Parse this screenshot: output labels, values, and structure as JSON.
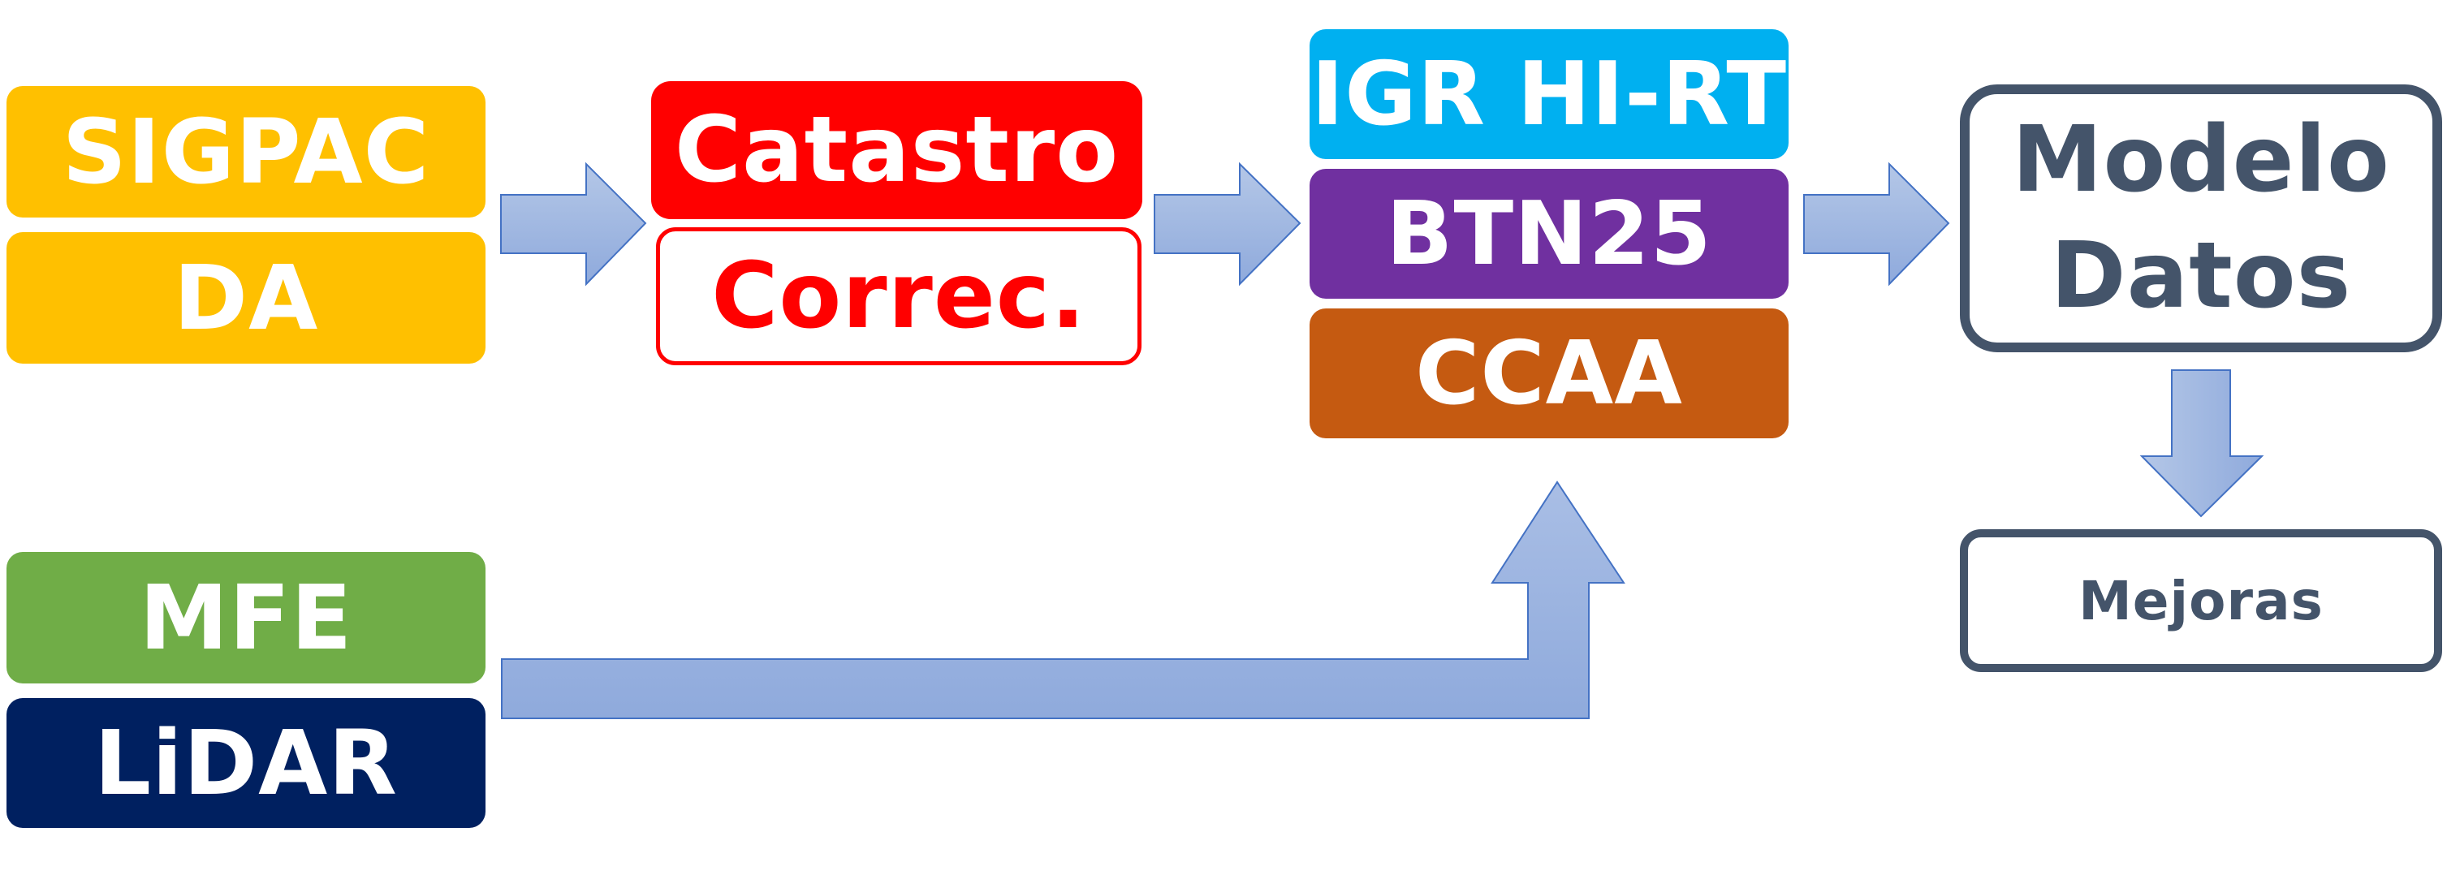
{
  "source_boxes": {
    "sigpac": "SIGPAC",
    "da": "DA",
    "mfe": "MFE",
    "lidar": "LiDAR"
  },
  "cadastre": {
    "catastro": "Catastro",
    "correc": "Correc."
  },
  "reference": {
    "igr": "IGR HI-RT",
    "btn25": "BTN25",
    "ccaa": "CCAA"
  },
  "model": {
    "line1": "Modelo",
    "line2": "Datos"
  },
  "improvements": {
    "label": "Mejoras"
  },
  "colors": {
    "sigpac_da": "#FFC000",
    "mfe": "#70AD47",
    "lidar": "#002060",
    "catastro": "#FF0000",
    "igr": "#00B0F0",
    "btn25": "#7030A0",
    "ccaa": "#C55A11",
    "model_outline": "#44546A",
    "arrow_fill": "#8FAADC",
    "arrow_stroke": "#4472C4"
  }
}
